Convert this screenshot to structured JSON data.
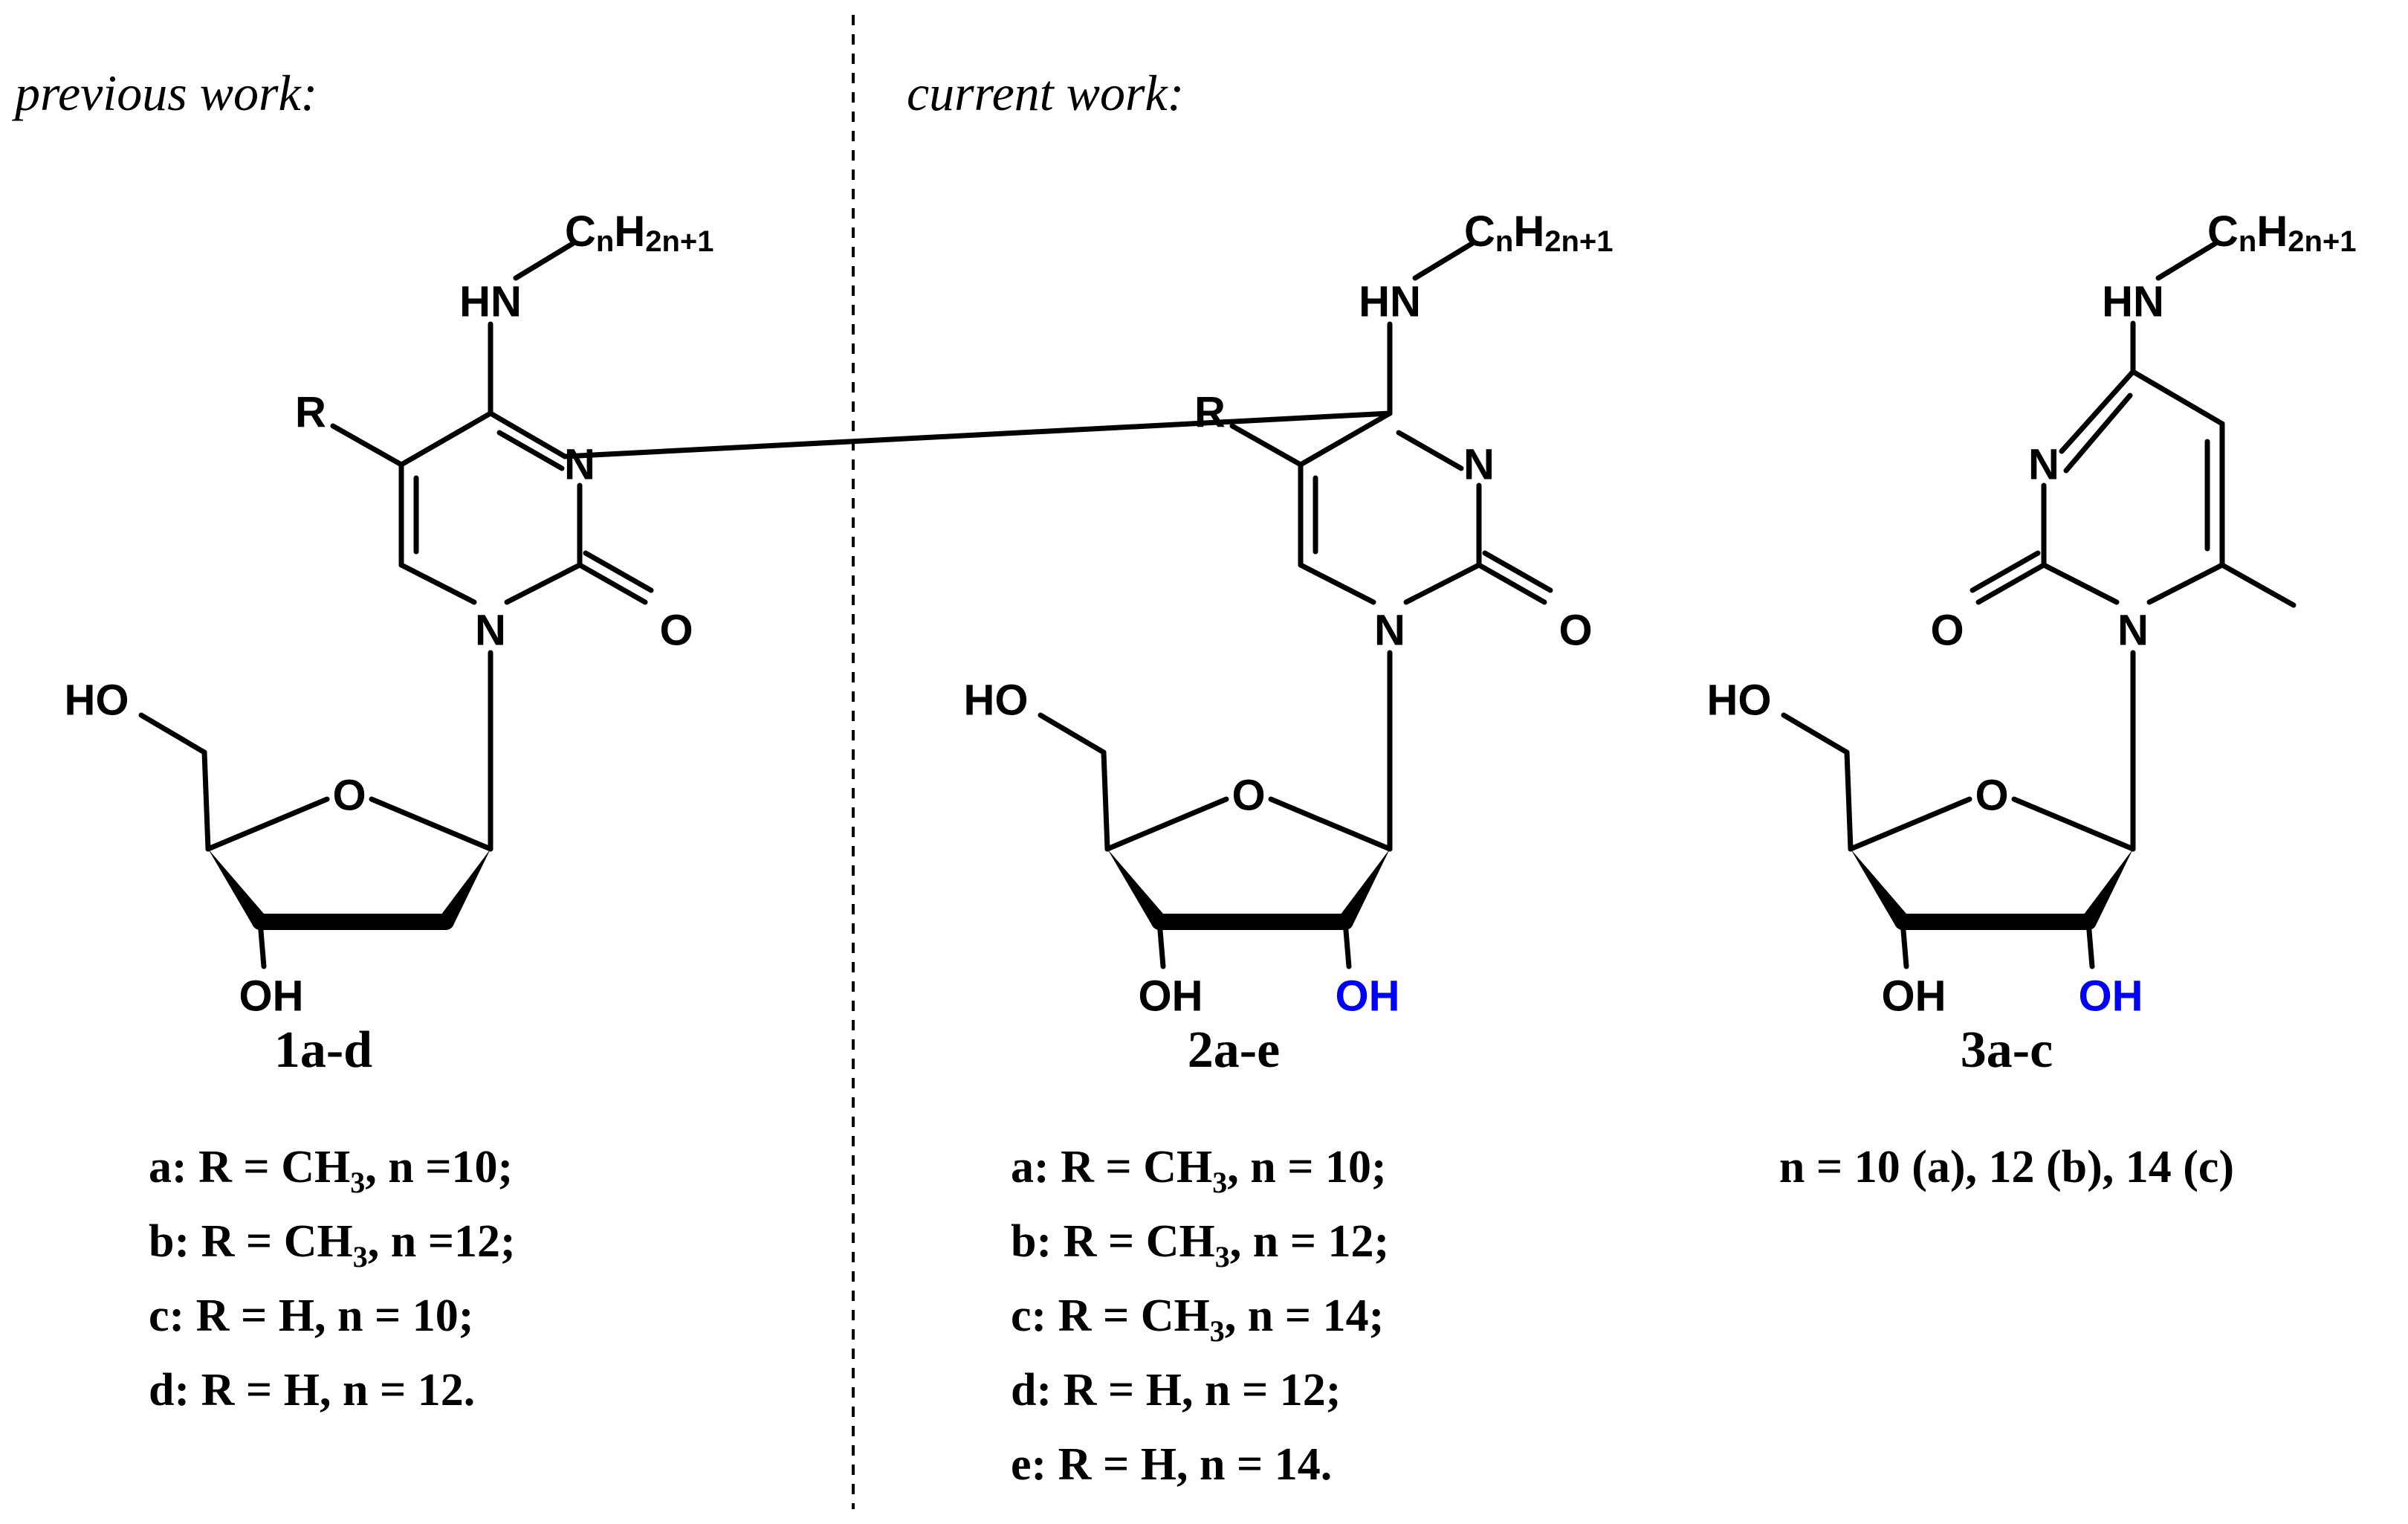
{
  "colors": {
    "ink": "#000000",
    "highlight": "#0000ff",
    "background": "#ffffff"
  },
  "headers": {
    "previous": "previous work:",
    "current": "current work:"
  },
  "atoms": {
    "hn": "HN",
    "r": "R",
    "n": "N",
    "o": "O",
    "ho": "HO",
    "oh": "OH",
    "alkyl_c": "C",
    "alkyl_n": "n",
    "alkyl_h": "H",
    "alkyl_sub": "2n+1"
  },
  "compounds": [
    {
      "label": "1a-d",
      "variants": [
        {
          "letter": "a:",
          "r": "R = CH",
          "r_sub": "3",
          "n": ", n =10;"
        },
        {
          "letter": "b:",
          "r": "R = CH",
          "r_sub": "3",
          "n": ", n =12;"
        },
        {
          "letter": "c:",
          "r": "R = H",
          "r_sub": "",
          "n": ", n = 10;"
        },
        {
          "letter": "d:",
          "r": "R = H",
          "r_sub": "",
          "n": ", n = 12."
        }
      ]
    },
    {
      "label": "2a-e",
      "variants": [
        {
          "letter": "a:",
          "r": "R = CH",
          "r_sub": "3",
          "n": ", n = 10;"
        },
        {
          "letter": "b:",
          "r": "R = CH",
          "r_sub": "3",
          "n": ", n = 12;"
        },
        {
          "letter": "c:",
          "r": "R = CH",
          "r_sub": "3",
          "n": ", n = 14;"
        },
        {
          "letter": "d:",
          "r": "R = H",
          "r_sub": "",
          "n": ", n = 12;"
        },
        {
          "letter": "e:",
          "r": "R = H",
          "r_sub": "",
          "n": ", n = 14."
        }
      ]
    },
    {
      "label": "3a-c",
      "legend": "n = 10 (a), 12 (b), 14 (c)"
    }
  ]
}
